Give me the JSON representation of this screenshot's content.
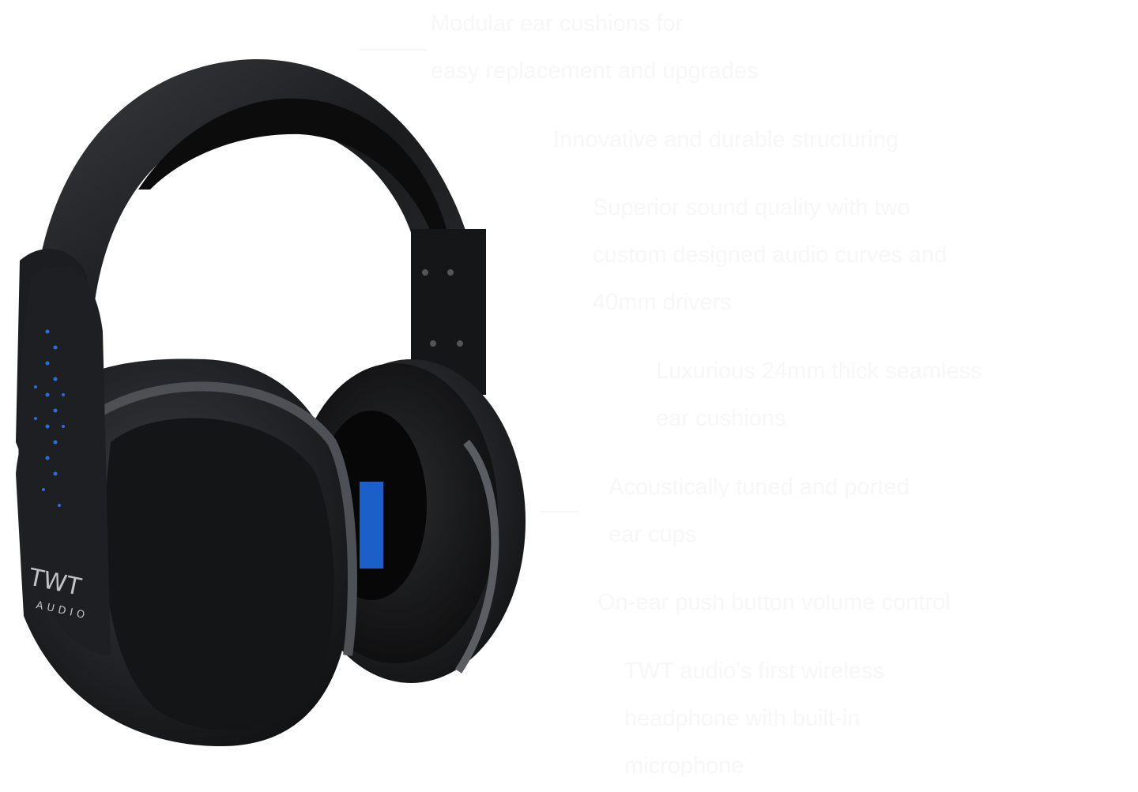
{
  "product": {
    "logo_text": "TWT AUDIO",
    "colors": {
      "body": "#1b1c1e",
      "trim": "#4a4d52",
      "accent_blue": "#2a6de0",
      "background": "#ffffff",
      "faint_text": "#f7f7f7"
    }
  },
  "features": [
    {
      "line1": "Modular ear cushions for",
      "line2": "easy replacement and upgrades"
    },
    {
      "line1": "Innovative and durable structuring"
    },
    {
      "line1": "Superior sound quality with two",
      "line2": "custom designed audio curves and",
      "line3": "40mm drivers"
    },
    {
      "line1": "Luxurious 24mm thick seamless",
      "line2": "ear cushions"
    },
    {
      "line1": "Acoustically tuned and ported",
      "line2": "ear cups"
    },
    {
      "line1": "On-ear push button volume control"
    },
    {
      "line1": "TWT audio's first wireless",
      "line2": "headphone with built-in",
      "line3": "microphone"
    }
  ]
}
